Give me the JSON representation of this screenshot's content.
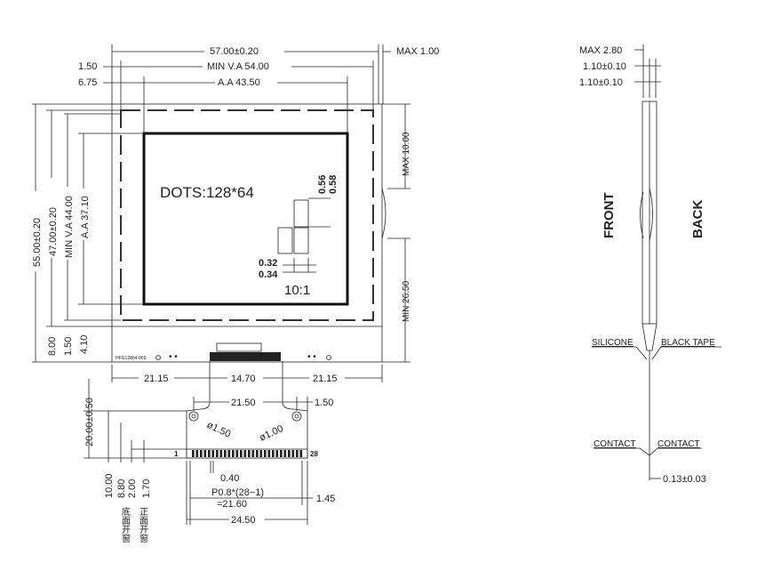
{
  "front_view": {
    "top": {
      "overall": "57.00±0.20",
      "max_thickness": "MAX 1.00",
      "va_offset": "1.50",
      "min_va": "MIN V.A 54.00",
      "aa_offset": "6.75",
      "aa": "A.A 43.50"
    },
    "left": {
      "height": "55.00±0.20",
      "panel_height": "47.00±0.20",
      "min_va": "MIN V.A 44.00",
      "aa": "A.A 37.10",
      "bottom_8": "8.00",
      "bottom_15": "1.50",
      "bottom_41": "4.10"
    },
    "right": {
      "max_10": "MAX 10.00",
      "min_265": "MIN 26.50"
    },
    "dots": "DOTS:128*64",
    "pixel_w1": "0.56",
    "pixel_w2": "0.58",
    "pixel_h1": "0.32",
    "pixel_h2": "0.34",
    "scale": "10:1",
    "part_label": "HFG12864-069",
    "bottom_row": {
      "left": "21.15",
      "mid": "14.70",
      "right": "21.15"
    }
  },
  "fpc": {
    "top_width": "21.50",
    "top_right": "1.50",
    "hole1": "ø1.50",
    "hole2": "ø1.00",
    "pin_first": "1",
    "pin_last": "28",
    "pitch_w": "0.40",
    "pitch_formula": "P0.8*(28−1)",
    "pitch_total": "=21.60",
    "right_offset": "1.45",
    "total_width": "24.50",
    "left_height": "20.00±0.50",
    "h10": "10.00",
    "h88": "8.80",
    "h20": "2.00",
    "h17": "1.70",
    "cn_back": "底面开窗",
    "cn_front": "正面开窗"
  },
  "side_view": {
    "max_280": "MAX 2.80",
    "t1": "1.10±0.10",
    "t2": "1.10±0.10",
    "front": "FRONT",
    "back": "BACK",
    "silicone": "SILICONE",
    "black_tape": "BLACK TAPE",
    "contact_left": "CONTACT",
    "contact_right": "CONTACT",
    "thickness": "0.13±0.03"
  }
}
